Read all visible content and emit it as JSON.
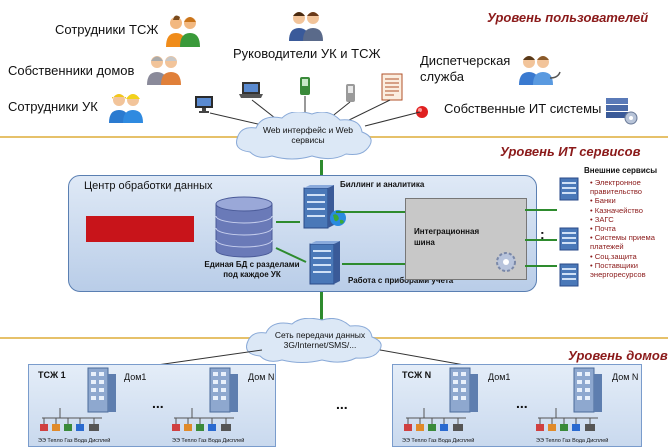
{
  "levels": {
    "users": "Уровень пользователей",
    "it_services": "Уровень ИТ сервисов",
    "houses": "Уровень домов"
  },
  "users": {
    "hoa_staff": "Сотрудники ТСЖ",
    "home_owners": "Собственники домов",
    "mc_staff": "Сотрудники УК",
    "managers": "Руководители УК и ТСЖ",
    "dispatch": "Диспетчерская служба",
    "own_it": "Собственные ИТ системы"
  },
  "web_cloud": "Web интерфейс и Web сервисы",
  "data_center": {
    "title": "Центр обработки данных",
    "billing": "Биллинг и аналитика",
    "integration_bus": "Интеграционная шина",
    "db": "Единая БД с разделами под каждое УК",
    "meters": "Работа с приборами учета"
  },
  "external": {
    "title": "Внешние сервисы",
    "items": [
      "Электронное правительство",
      "Банки",
      "Казначейство",
      "ЗАГС",
      "Почта",
      "Системы приема платежей",
      "Соц.защита",
      "Поставщики энергоресурсов"
    ],
    "ellipsis": ":"
  },
  "network_cloud": "Сеть передачи данных 3G/Internet/SMS/...",
  "houses": {
    "groups": [
      {
        "label": "ТСЖ 1",
        "house_a": "Дом1",
        "house_b": "Дом N"
      },
      {
        "label": "ТСЖ N",
        "house_a": "Дом1",
        "house_b": "Дом N"
      }
    ],
    "ellipsis": "...",
    "meters_caption": "ЭЭ Тепло Газ Вода Дисплей"
  },
  "colors": {
    "accent_title": "#8b1a1a",
    "separator": "#e6c16a",
    "connector": "#2e8b2e",
    "db_red": "#c8141a"
  },
  "icons": [
    "people-icon",
    "laptop-icon",
    "server-icon",
    "globe-icon",
    "gear-icon",
    "database-icon",
    "building-icon"
  ]
}
